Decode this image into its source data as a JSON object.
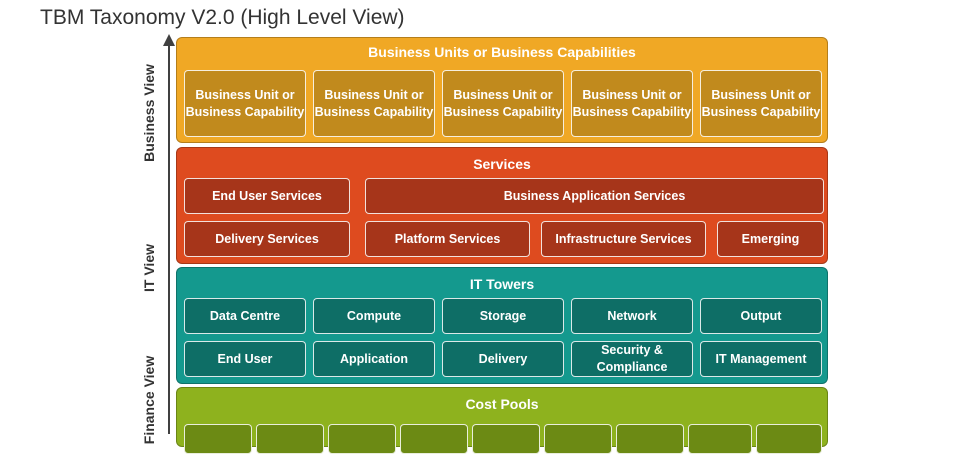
{
  "title": "TBM Taxonomy V2.0 (High Level View)",
  "axis_labels": [
    "Business View",
    "IT View",
    "Finance View"
  ],
  "business": {
    "title": "Business Units or Business Capabilities",
    "items": [
      "Business Unit or Business Capability",
      "Business Unit or Business Capability",
      "Business Unit or Business Capability",
      "Business Unit or Business Capability",
      "Business Unit or Business Capability"
    ]
  },
  "services": {
    "title": "Services",
    "row1": [
      "End User Services",
      "Business Application Services"
    ],
    "row2": [
      "Delivery Services",
      "Platform Services",
      "Infrastructure Services",
      "Emerging"
    ]
  },
  "it_towers": {
    "title": "IT Towers",
    "row1": [
      "Data Centre",
      "Compute",
      "Storage",
      "Network",
      "Output"
    ],
    "row2": [
      "End User",
      "Application",
      "Delivery",
      "Security & Compliance",
      "IT Management"
    ]
  },
  "cost_pools": {
    "title": "Cost Pools"
  }
}
